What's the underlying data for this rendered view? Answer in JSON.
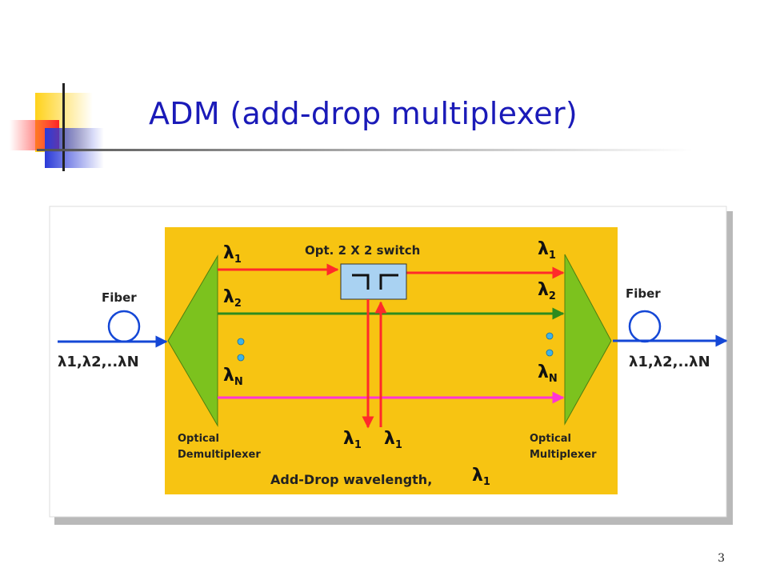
{
  "slide": {
    "title": "ADM (add-drop multiplexer)",
    "page_number": "3"
  },
  "diagram": {
    "switch_label": "Opt. 2 X 2 switch",
    "fiber_left": "Fiber",
    "fiber_right": "Fiber",
    "in_lambda_main": "λ",
    "in_lambda_sub": "1",
    "lambda_symbol": "λ",
    "lambda_subs": [
      "1",
      "2",
      "N"
    ],
    "input_signal": "λ1,λ2,..λN",
    "output_signal": "λ1,λ2,..λN",
    "demux_line1": "Optical",
    "demux_line2": "Demultiplexer",
    "mux_line1": "Optical",
    "mux_line2": "Multiplexer",
    "add_drop_label": "Add-Drop wavelength,",
    "colors": {
      "panel": "#f7c412",
      "prism": "#7cc21e",
      "red": "#ff2a2a",
      "green": "#2e8b1e",
      "magenta": "#ff33d6",
      "blue": "#1447d6",
      "switch": "#a9d2f2"
    }
  }
}
